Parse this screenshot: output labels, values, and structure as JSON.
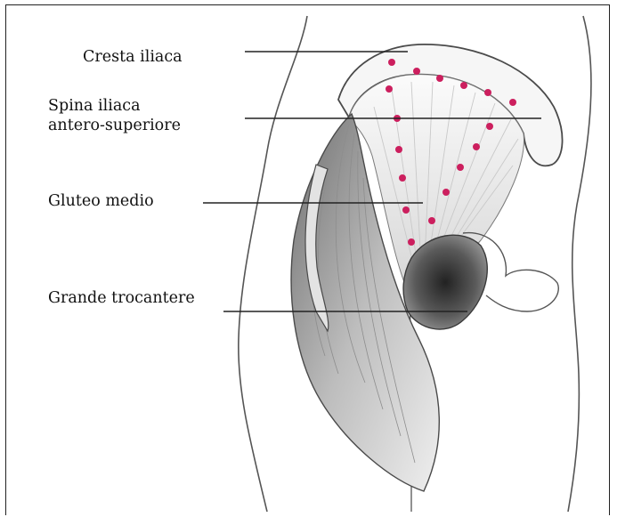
{
  "labels": {
    "cresta_iliaca": "Cresta iliaca",
    "spina_line1": "Spina iliaca",
    "spina_line2": "antero-superiore",
    "gluteo_medio": "Gluteo medio",
    "grande_trocantere": "Grande trocantere"
  },
  "colors": {
    "injection_points": "#cc1f5e",
    "outline": "#4a4a4a",
    "muscle_shade": "#b9b9b9",
    "leader_line": "#222222"
  }
}
